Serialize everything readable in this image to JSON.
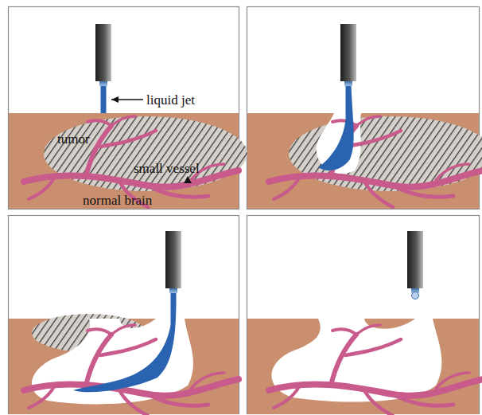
{
  "diagram": {
    "labels": [
      "liquid jet",
      "tumor",
      "small vessel",
      "normal brain"
    ]
  }
}
